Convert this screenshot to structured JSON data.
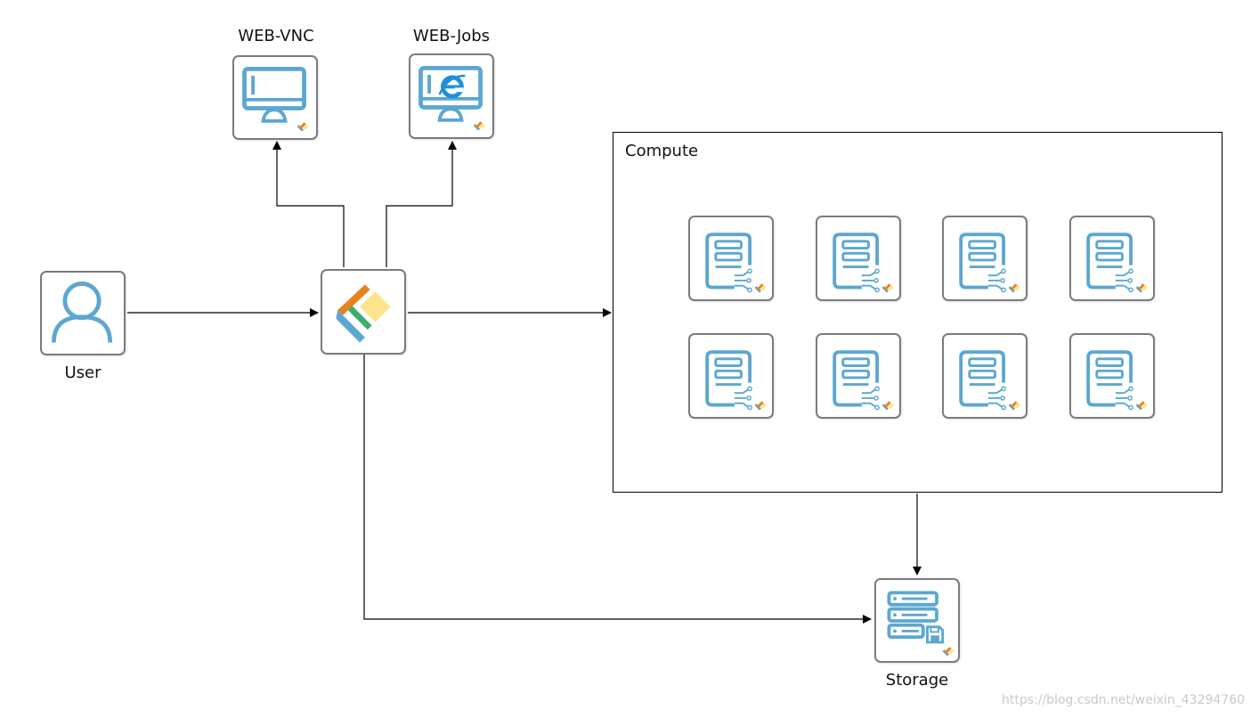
{
  "labels": {
    "web_vnc": "WEB-VNC",
    "web_jobs": "WEB-Jobs",
    "user": "User",
    "compute": "Compute",
    "storage": "Storage"
  },
  "watermark": "https://blog.csdn.net/weixin_43294760",
  "icons": {
    "web_vnc": "monitor-icon",
    "web_jobs": "browser-monitor-icon",
    "user": "user-icon",
    "scheduler": "brand-logo-icon",
    "compute_node": "server-node-icon",
    "storage": "storage-server-icon"
  },
  "colors": {
    "icon_blue": "#5ba7d1",
    "ie_blue": "#1e90d8",
    "logo_orange": "#e8821e",
    "logo_green": "#3cae6a",
    "logo_blue": "#5ba7d1",
    "logo_yellow": "#fde48a",
    "node_border": "#7b7b7b"
  },
  "compute_nodes": 8
}
